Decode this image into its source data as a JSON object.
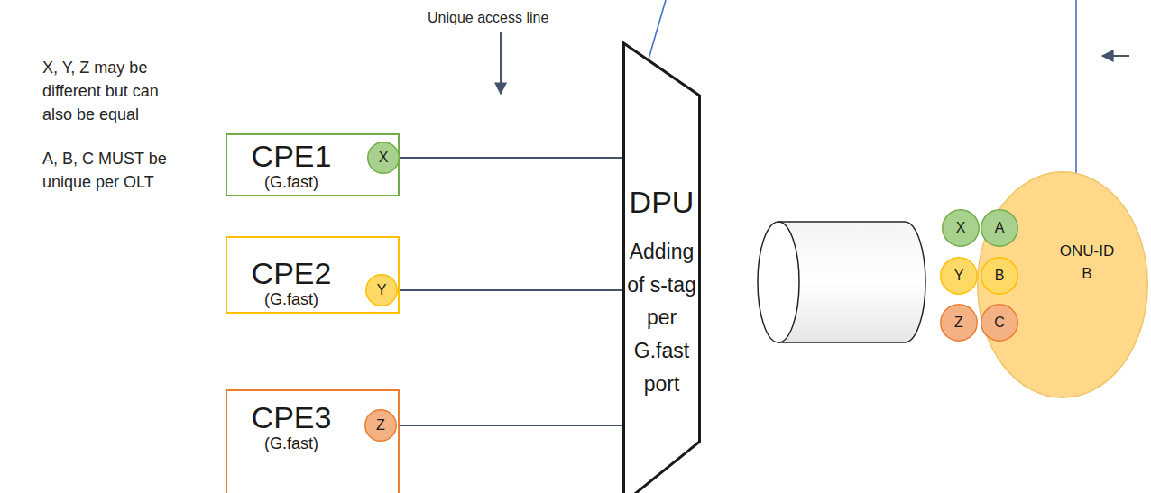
{
  "diagram": {
    "nodes": [
      {
        "text": [
          "CPE1",
          "(G.fast)"
        ]
      },
      {
        "text": [
          "X"
        ]
      },
      {
        "text": [
          "CPE2",
          "(G.fast)"
        ]
      },
      {
        "text": [
          "Y"
        ]
      },
      {
        "text": [
          "CPE3",
          "(G.fast)"
        ]
      },
      {
        "text": [
          "Z"
        ]
      },
      {
        "text": [
          "DPU",
          "Adding of s-tag per G.fast port"
        ]
      },
      {
        "text": [
          "ONU-ID B"
        ]
      },
      {
        "text": [
          "X"
        ]
      },
      {
        "text": [
          "A"
        ]
      },
      {
        "text": [
          "Y"
        ]
      },
      {
        "text": [
          "B"
        ]
      },
      {
        "text": [
          "Z"
        ]
      },
      {
        "text": [
          "C"
        ]
      }
    ],
    "edges": [
      {
        "from": 1,
        "to": 6,
        "arrow": "none"
      },
      {
        "from": 3,
        "to": 6,
        "arrow": "none"
      },
      {
        "from": 5,
        "to": 6,
        "arrow": "none"
      }
    ],
    "labels": [
      "Unique access line",
      "X, Y, Z may be different but can also be equal",
      "A, B, C MUST be unique per OLT"
    ]
  }
}
